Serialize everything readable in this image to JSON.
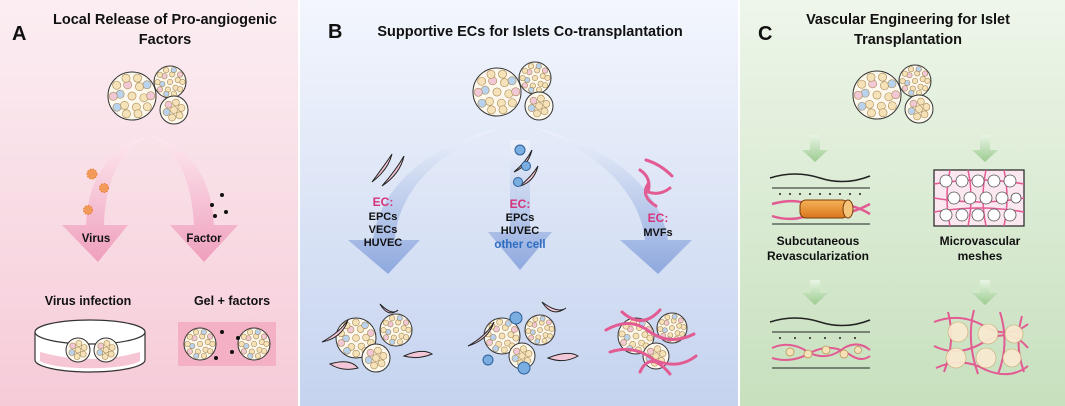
{
  "panels": [
    {
      "letter": "A",
      "title_line1": "Local Release of Pro-angiogenic",
      "title_line2": "Factors",
      "arrows": [
        "Virus",
        "Factor"
      ],
      "outcomes": [
        "Virus infection",
        "Gel + factors"
      ],
      "bg_top": "#fbeef2",
      "bg_bottom": "#f6cbd8"
    },
    {
      "letter": "B",
      "title_line1": "Supportive ECs for Islets Co-transplantation",
      "ec_label": "EC:",
      "arrow1_lines": [
        "EPCs",
        "VECs",
        "HUVEC"
      ],
      "arrow2_lines": [
        "EPCs",
        "HUVEC"
      ],
      "arrow2_extra": "other cell",
      "arrow3_lines": [
        "MVFs"
      ],
      "bg_top": "#f3f6fd",
      "bg_bottom": "#c5d3ef"
    },
    {
      "letter": "C",
      "title_line1": "Vascular Engineering for Islet",
      "title_line2": "Transplantation",
      "left_line1": "Subcutaneous",
      "left_line2": "Revascularization",
      "right_line1": "Microvascular",
      "right_line2": "meshes",
      "bg_top": "#eef6ea",
      "bg_bottom": "#c7e0bd"
    }
  ],
  "colors": {
    "ec_label": "#d6337a",
    "other_cell": "#2d6cc0",
    "arrow_pink": "#f2b8cb",
    "arrow_blue": "#a9bee6",
    "arrow_green": "#b8dbb0",
    "vessel_pink": "#e25b93",
    "cell_fill": "#f6e2b8",
    "cell_stroke": "#b58f4e"
  }
}
